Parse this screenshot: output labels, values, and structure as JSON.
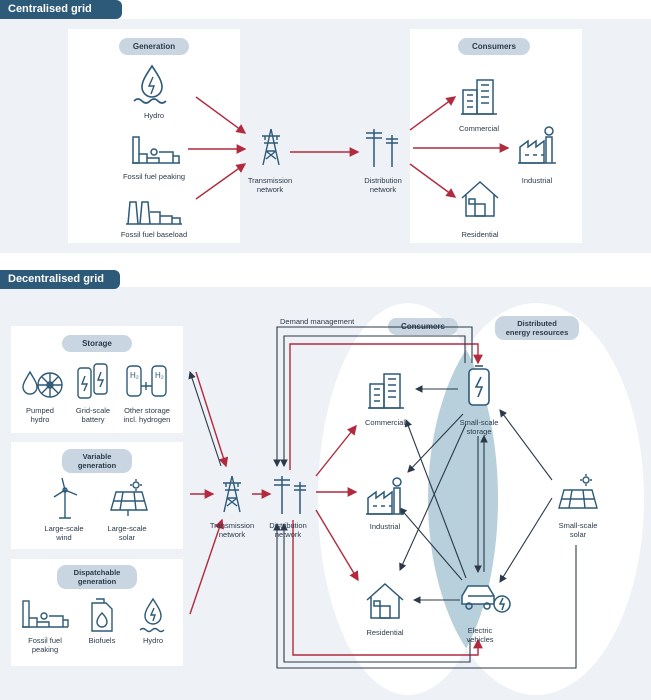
{
  "centralised": {
    "title": "Centralised grid",
    "generation_pill": "Generation",
    "consumers_pill": "Consumers",
    "hydro": "Hydro",
    "fossil_peaking": "Fossil fuel peaking",
    "fossil_baseload": "Fossil fuel baseload",
    "transmission": "Transmission\nnetwork",
    "distribution": "Distribution\nnetwork",
    "commercial": "Commercial",
    "industrial": "Industrial",
    "residential": "Residential"
  },
  "decentralised": {
    "title": "Decentralised grid",
    "storage_pill": "Storage",
    "pumped_hydro": "Pumped\nhydro",
    "grid_battery": "Grid-scale\nbattery",
    "other_storage": "Other storage\nincl. hydrogen",
    "variable_pill": "Variable\ngeneration",
    "large_wind": "Large-scale\nwind",
    "large_solar": "Large-scale\nsolar",
    "dispatchable_pill": "Dispatchable\ngeneration",
    "fossil_peaking": "Fossil fuel\npeaking",
    "biofuels": "Biofuels",
    "hydro": "Hydro",
    "transmission": "Transmission\nnetwork",
    "distribution": "Distribution\nnetwork",
    "demand_management": "Demand management",
    "consumers_pill": "Consumers",
    "der_pill": "Distributed\nenergy resources",
    "commercial": "Commercial",
    "industrial": "Industrial",
    "residential": "Residential",
    "small_storage": "Small-scale\nstorage",
    "electric_vehicles": "Electric\nvehicles",
    "small_solar": "Small-scale\nsolar"
  },
  "colors": {
    "primary": "#2d5a78",
    "accent_red": "#b22a3e",
    "dark": "#2b3a4a",
    "panel": "#eef1f5",
    "pill": "#c9d6e2",
    "der_fill": "#b8cfdc"
  }
}
